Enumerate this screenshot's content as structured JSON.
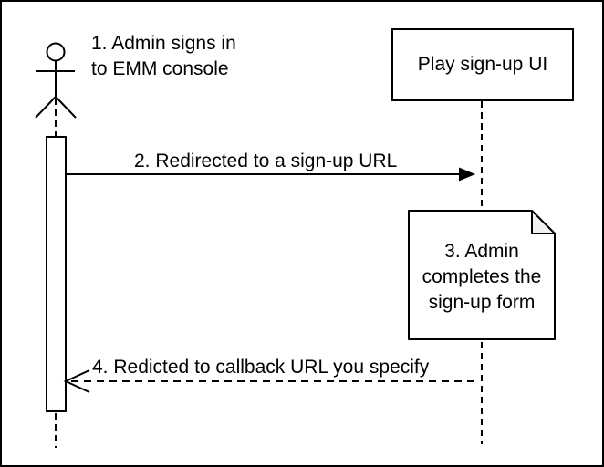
{
  "lifeline_box": {
    "label": "Play sign-up UI"
  },
  "messages": {
    "m1": {
      "lines": [
        "1. Admin signs in",
        "to EMM console"
      ]
    },
    "m2": {
      "label": "2. Redirected to a sign-up URL"
    },
    "m4": {
      "label": "4. Redicted to callback URL you specify"
    }
  },
  "note": {
    "lines": [
      "3. Admin",
      "completes the",
      "sign-up form"
    ]
  },
  "colors": {
    "stroke": "#000000",
    "background": "#ffffff",
    "note_fold": "#f0f0f0"
  }
}
